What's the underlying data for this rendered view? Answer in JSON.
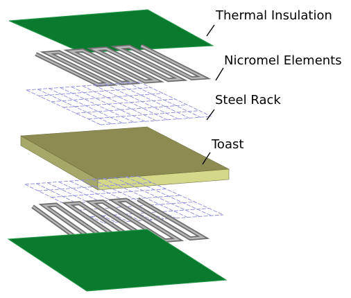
{
  "labels": {
    "thermal_insulation": "Thermal Insulation",
    "nicromel_elements": "Nicromel Elements",
    "steel_rack": "Steel Rack",
    "toast": "Toast"
  },
  "colors": {
    "insulation": "#0a7a2e",
    "insulation_edge": "#2a9a4e",
    "element": "#6e6e6e",
    "element_light": "#b8b8b8",
    "rack": "#8c8cdc",
    "toast_top": "#8b8b52",
    "toast_front": "#d4d98a",
    "toast_side": "#a6a86a"
  }
}
